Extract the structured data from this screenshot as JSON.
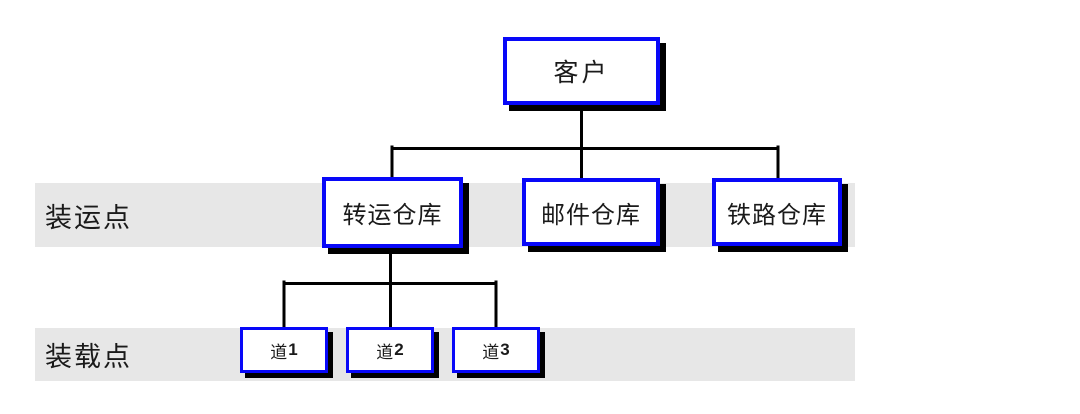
{
  "diagram": {
    "root": {
      "label": "客户"
    },
    "levels": [
      {
        "band_label": "装运点",
        "nodes": [
          {
            "label": "转运仓库"
          },
          {
            "label": "邮件仓库"
          },
          {
            "label": "铁路仓库"
          }
        ]
      },
      {
        "band_label": "装载点",
        "nodes": [
          {
            "prefix": "道",
            "number": "1"
          },
          {
            "prefix": "道",
            "number": "2"
          },
          {
            "prefix": "道",
            "number": "3"
          }
        ]
      }
    ],
    "colors": {
      "box_border": "#0808f8",
      "box_shadow": "#000000",
      "connector": "#000000",
      "band_background": "#e7e7e7",
      "text": "#1a1a1a"
    }
  }
}
